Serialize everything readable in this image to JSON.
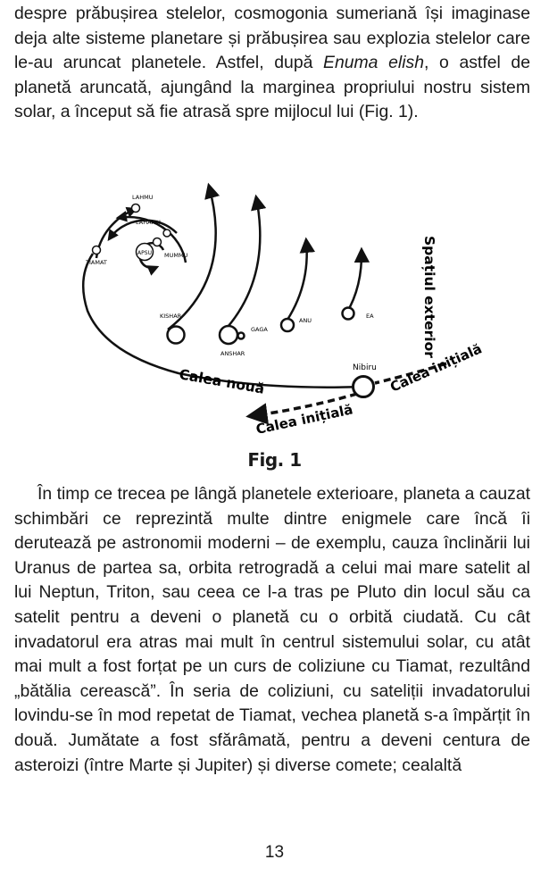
{
  "paragraph_1": {
    "before": "despre prăbușirea stelelor, cosmogonia sumeriană își imaginase deja alte sisteme planetare și prăbușirea sau explozia stelelor care le-au aruncat planetele. Astfel, după ",
    "italic": "Enuma elish",
    "after": ", o astfel de planetă aruncată, ajungând la marginea propriului nostru sistem solar, a început să fie atrasă spre mijlocul lui (Fig. 1)."
  },
  "figure": {
    "caption": "Fig. 1",
    "labels": {
      "lahmu": "LAHMU",
      "lahamu": "LAHAMU",
      "apsu": "APSU",
      "mummu": "MUMMU",
      "tiamat": "TIAMAT",
      "kishar": "KISHAR",
      "gaga": "GAGA",
      "anshar": "ANSHAR",
      "anu": "ANU",
      "ea": "EA",
      "nibiru": "Nibiru",
      "outer_space": "Spațiul exterior",
      "new_path": "Calea nouă",
      "initial_path_lower": "Calea inițială",
      "initial_path_right": "Calea inițială"
    }
  },
  "paragraph_2": "În timp ce trecea pe lângă planetele exterioare, planeta a cauzat schimbări ce reprezintă multe dintre enigmele care încă îi derutează pe astronomii moderni – de exemplu, cauza înclinării lui Uranus de partea sa, orbita retrogradă a celui mai mare satelit al lui Neptun, Triton, sau ceea ce l-a tras pe Pluto din locul său ca satelit pentru a deveni o planetă cu o orbită ciudată. Cu cât invadatorul era atras mai mult în centrul sistemului solar, cu atât mai mult a fost forțat pe un curs de coliziune cu Tiamat, rezultând „bătălia cerească”. În seria de coliziuni, cu sateliții invadatorului lovindu-se în mod repetat de Tiamat, vechea planetă s-a împărțit în două. Jumătate a fost sfărâmată, pentru a deveni centura de asteroizi (între Marte și Jupiter) și diverse comete; cealaltă",
  "page_number": "13"
}
